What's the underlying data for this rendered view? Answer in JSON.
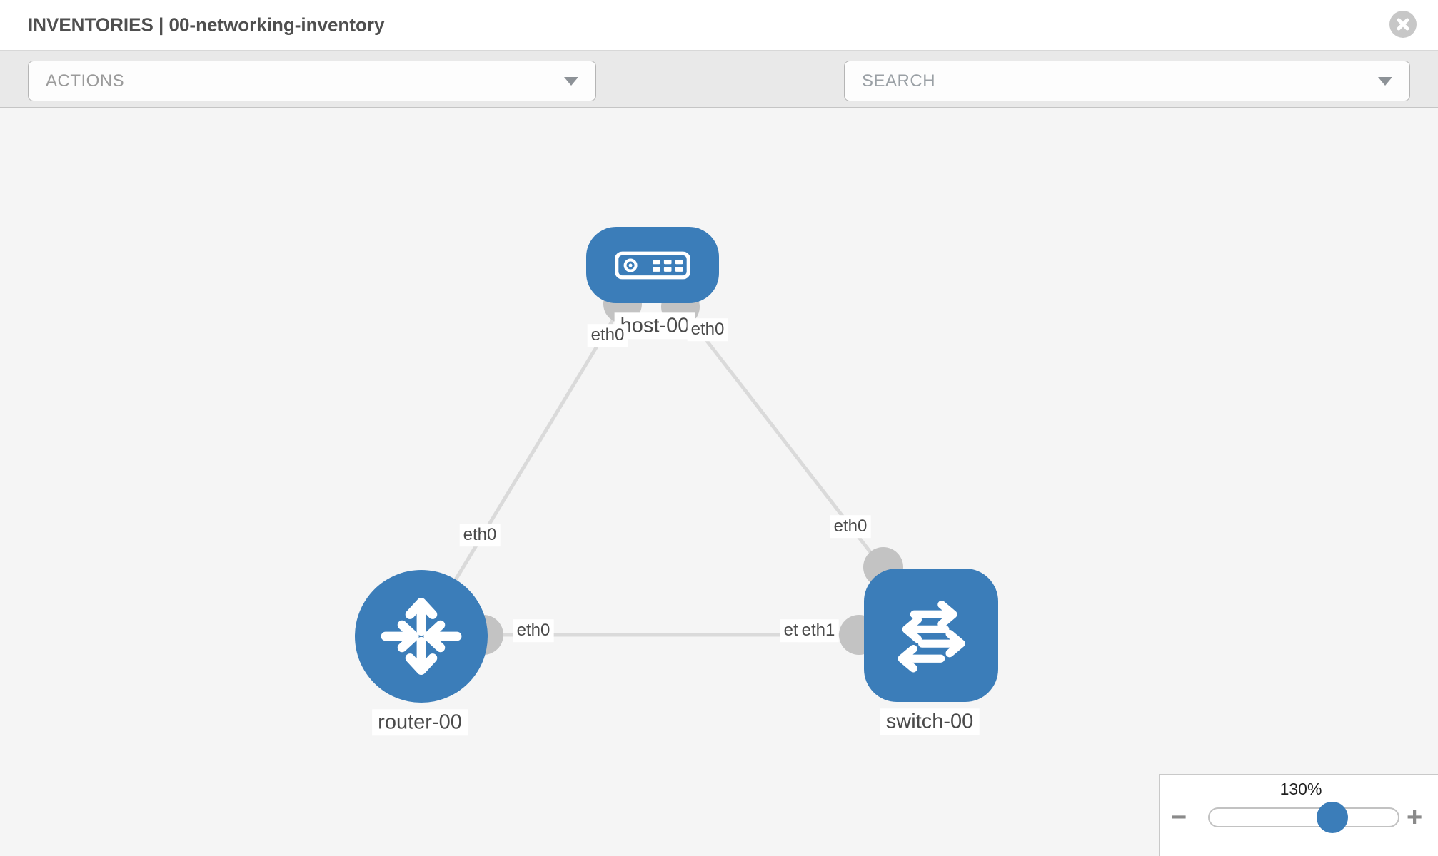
{
  "header": {
    "title": "INVENTORIES | 00-networking-inventory"
  },
  "toolbar": {
    "actions_label": "ACTIONS",
    "search_placeholder": "SEARCH"
  },
  "icons": {
    "close": "close-icon",
    "wrench": "wrench-icon",
    "key": "key-icon",
    "actions_caret": "chevron-down-icon",
    "search_caret": "chevron-down-icon"
  },
  "canvas": {
    "nodes": [
      {
        "label": "host-00",
        "type": "host"
      },
      {
        "label": "router-00",
        "type": "router"
      },
      {
        "label": "switch-00",
        "type": "switch"
      }
    ],
    "iface_labels": [
      {
        "text": "eth0",
        "on": "link host-router, host side"
      },
      {
        "text": "eth0",
        "on": "link host-switch, host side"
      },
      {
        "text": "eth0",
        "on": "link host-router, router side"
      },
      {
        "text": "eth0",
        "on": "link host-switch, switch side"
      },
      {
        "text": "eth0",
        "on": "link router-switch, router side"
      },
      {
        "text": "eth0",
        "on": "link router-switch, switch side (partially hidden)"
      },
      {
        "text": "eth1",
        "on": "link router-switch, switch side"
      }
    ],
    "links": [
      {
        "from": "host-00",
        "to": "router-00"
      },
      {
        "from": "host-00",
        "to": "switch-00"
      },
      {
        "from": "router-00",
        "to": "switch-00"
      }
    ]
  },
  "zoom_control": {
    "level": "130%",
    "minus": "−",
    "plus": "+"
  },
  "colors": {
    "node_blue": "#3b7db9",
    "link_gray": "#dadada",
    "iface_circle_gray": "#c3c3c3",
    "canvas_bg": "#f5f5f5",
    "toolbar_bg": "#e9e9e9",
    "label_text": "#4a4a4a"
  }
}
